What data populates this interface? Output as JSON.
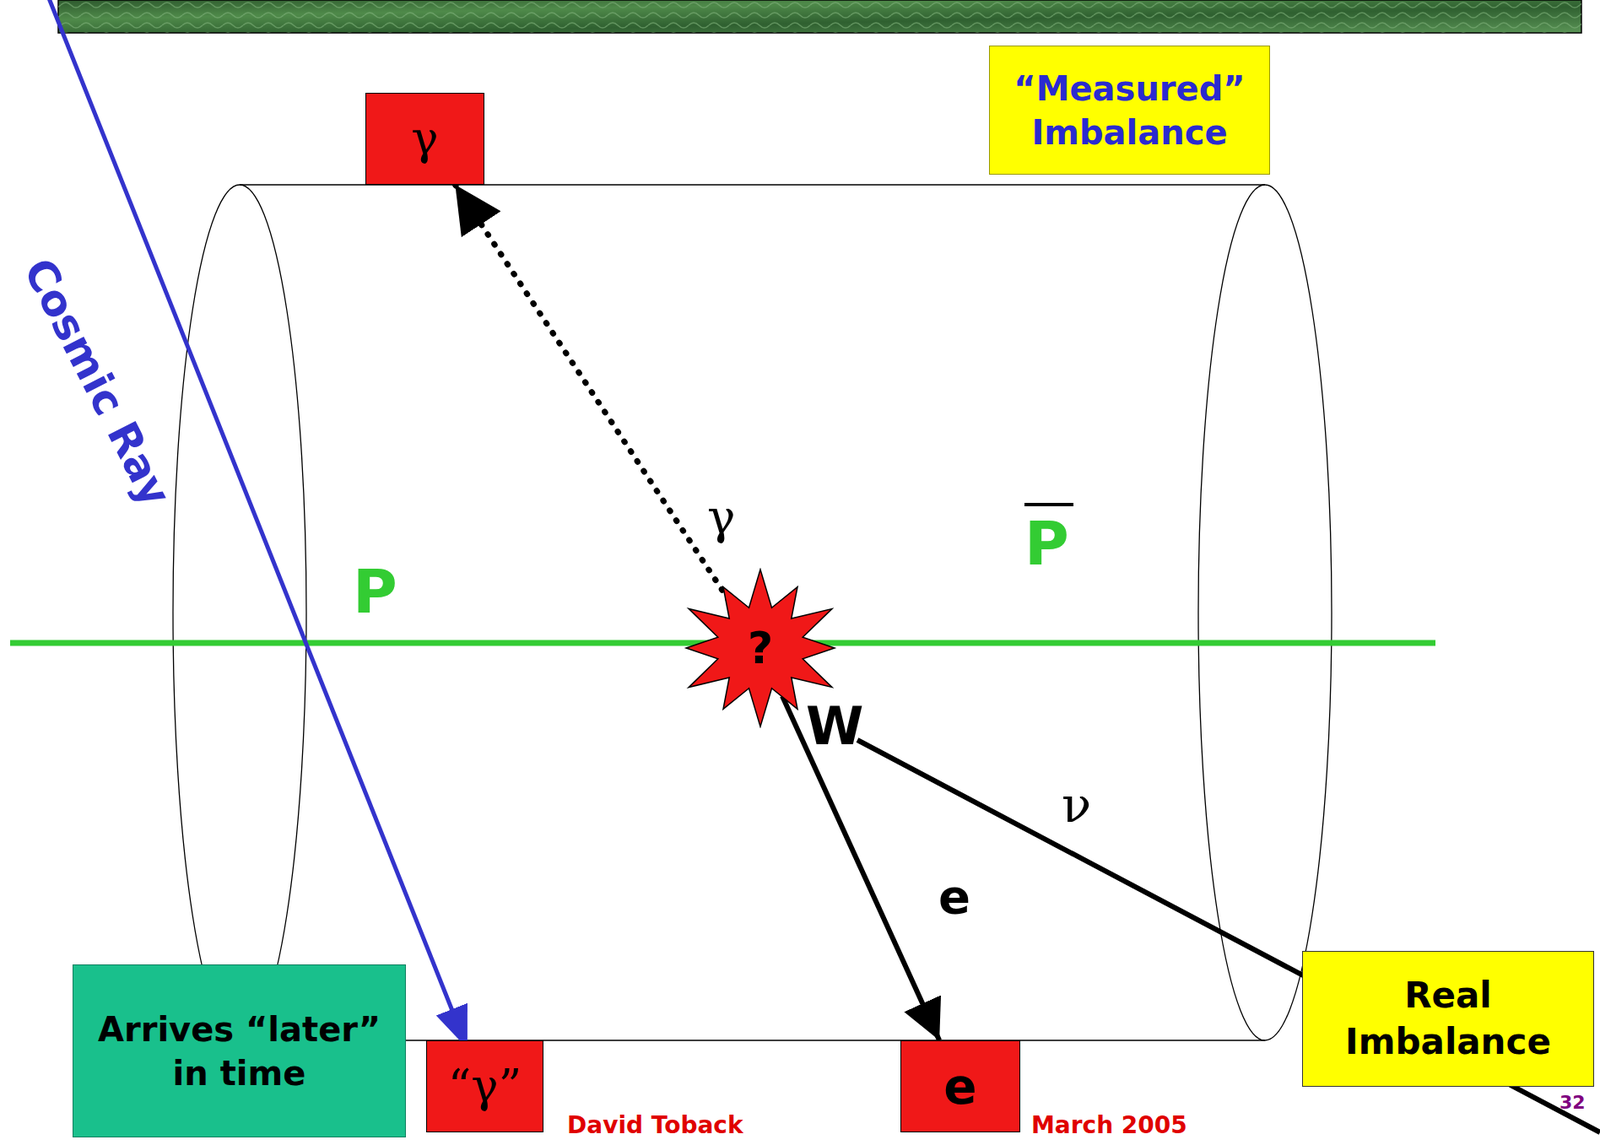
{
  "diagram": {
    "nodes": [
      {
        "text": [
          "“Measured” Imbalance"
        ]
      },
      {
        "text": [
          "γ"
        ]
      },
      {
        "text": [
          "?"
        ]
      },
      {
        "text": [
          "Real Imbalance"
        ]
      },
      {
        "text": [
          "Arrives “later” in time"
        ]
      },
      {
        "text": [
          "“γ”"
        ]
      },
      {
        "text": [
          "e"
        ]
      }
    ],
    "edges": [
      {
        "from": 2,
        "to": 1,
        "arrow": "to"
      },
      {
        "from": 2,
        "to": 6,
        "arrow": "to"
      }
    ],
    "labels": [
      "Cosmic Ray",
      "P",
      "P",
      "γ",
      "W",
      "ν",
      "e",
      "David Toback",
      "March 2005",
      "32"
    ]
  }
}
